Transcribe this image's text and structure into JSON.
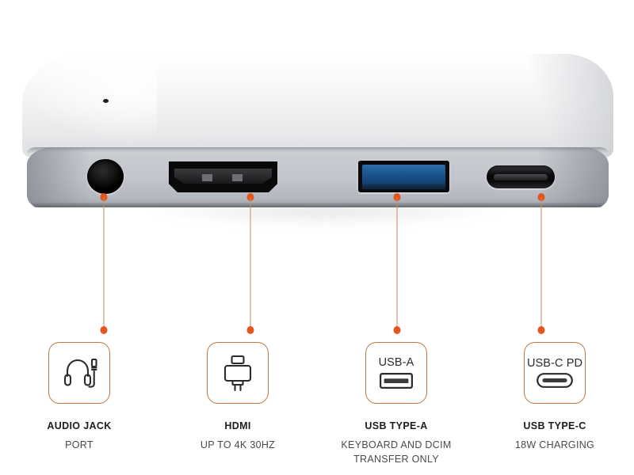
{
  "product": {
    "name": "usb-c-mobile-pro-hub",
    "body_color": "#c9ccd1",
    "top_color": "#f2f3f4",
    "led_indicator": "led-indicator",
    "ports": [
      {
        "id": "audio",
        "name": "audio-jack-port",
        "color": "#0a0a0b"
      },
      {
        "id": "hdmi",
        "name": "hdmi-port",
        "color": "#0a0a0b"
      },
      {
        "id": "usba",
        "name": "usb-a-port",
        "color": "#1d5a96"
      },
      {
        "id": "usbc",
        "name": "usb-c-port",
        "color": "#0a0a0b"
      }
    ]
  },
  "callouts": {
    "accent_color": "#e2561b",
    "line_color": "#c98a5e"
  },
  "features": [
    {
      "id": "audio-jack",
      "icon": "headphones-icon",
      "icon_label": "",
      "title": "AUDIO JACK",
      "subtitle": "PORT"
    },
    {
      "id": "hdmi",
      "icon": "hdmi-plug-icon",
      "icon_label": "",
      "title": "HDMI",
      "subtitle": "UP TO 4K 30HZ"
    },
    {
      "id": "usb-type-a",
      "icon": "usb-a-port-icon",
      "icon_label": "USB-A",
      "title": "USB TYPE-A",
      "subtitle": "KEYBOARD AND DCIM TRANSFER ONLY"
    },
    {
      "id": "usb-type-c",
      "icon": "usb-c-port-icon",
      "icon_label": "USB-C PD",
      "title": "USB TYPE-C",
      "subtitle": "18W CHARGING"
    }
  ]
}
